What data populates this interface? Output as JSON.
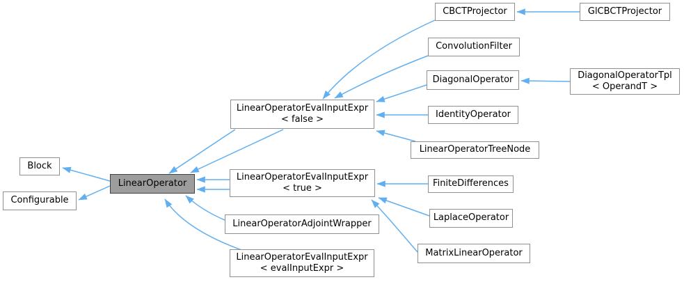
{
  "diagram": {
    "type": "class-inheritance-graph",
    "colors": {
      "background": "#FFFFFF",
      "edge": "#61AFEF",
      "node_bg": "#FFFFFF",
      "node_border": "#8F8F8F",
      "highlight_node_bg": "#9D9D9D",
      "highlight_node_border": "#404040",
      "text": "#000000"
    },
    "nodes": {
      "block": {
        "label": "Block"
      },
      "configurable": {
        "label": "Configurable"
      },
      "linear_operator": {
        "label": "LinearOperator"
      },
      "eval_false": {
        "label": "LinearOperatorEvalInputExpr",
        "sublabel": "< false >"
      },
      "eval_true": {
        "label": "LinearOperatorEvalInputExpr",
        "sublabel": "< true >"
      },
      "adjoint_wrapper": {
        "label": "LinearOperatorAdjointWrapper"
      },
      "eval_generic": {
        "label": "LinearOperatorEvalInputExpr",
        "sublabel": "< evalInputExpr >"
      },
      "cbct_projector": {
        "label": "CBCTProjector"
      },
      "gl_cbct_projector": {
        "label": "GlCBCTProjector"
      },
      "convolution_filter": {
        "label": "ConvolutionFilter"
      },
      "diagonal_operator": {
        "label": "DiagonalOperator"
      },
      "diagonal_operator_tpl": {
        "label": "DiagonalOperatorTpl",
        "sublabel": "< OperandT >"
      },
      "identity_operator": {
        "label": "IdentityOperator"
      },
      "tree_node": {
        "label": "LinearOperatorTreeNode"
      },
      "finite_differences": {
        "label": "FiniteDifferences"
      },
      "laplace_operator": {
        "label": "LaplaceOperator"
      },
      "matrix_linear_operator": {
        "label": "MatrixLinearOperator"
      }
    },
    "edges": [
      {
        "from": "linear_operator",
        "to": "block"
      },
      {
        "from": "linear_operator",
        "to": "configurable"
      },
      {
        "from": "eval_false",
        "to": "linear_operator"
      },
      {
        "from": "eval_false",
        "to": "linear_operator"
      },
      {
        "from": "eval_true",
        "to": "linear_operator"
      },
      {
        "from": "eval_true",
        "to": "linear_operator"
      },
      {
        "from": "adjoint_wrapper",
        "to": "linear_operator"
      },
      {
        "from": "eval_generic",
        "to": "linear_operator"
      },
      {
        "from": "cbct_projector",
        "to": "eval_false"
      },
      {
        "from": "convolution_filter",
        "to": "eval_false"
      },
      {
        "from": "diagonal_operator",
        "to": "eval_false"
      },
      {
        "from": "identity_operator",
        "to": "eval_false"
      },
      {
        "from": "tree_node",
        "to": "eval_false"
      },
      {
        "from": "finite_differences",
        "to": "eval_true"
      },
      {
        "from": "laplace_operator",
        "to": "eval_true"
      },
      {
        "from": "matrix_linear_operator",
        "to": "eval_true"
      },
      {
        "from": "gl_cbct_projector",
        "to": "cbct_projector"
      },
      {
        "from": "diagonal_operator_tpl",
        "to": "diagonal_operator"
      }
    ]
  }
}
